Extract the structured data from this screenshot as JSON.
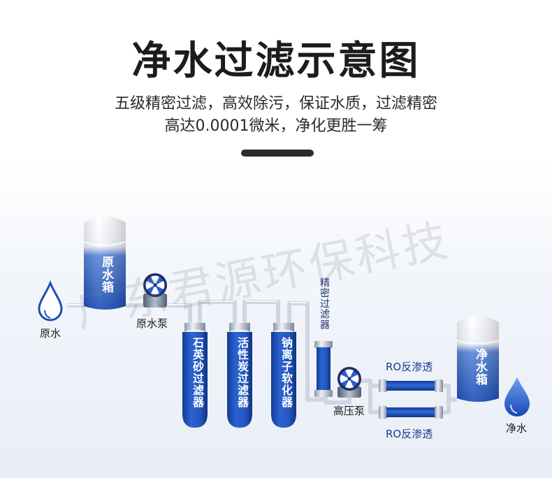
{
  "title": "净水过滤示意图",
  "subtitle_line1": "五级精密过滤，高效除污，保证水质，过滤精密",
  "subtitle_line2": "高达0.0001微米，净化更胜一筹",
  "watermark": "广东君源环保科技",
  "raw_water_drop_label": "原水",
  "raw_water_tank_label": "原水箱",
  "raw_water_pump_label": "原水泵",
  "quartz_sand_filter_label": "石英砂过滤器",
  "activated_carbon_filter_label": "活性炭过滤器",
  "sodium_ion_softener_label": "钠离子软化器",
  "precision_filter_label": "精密过滤器",
  "high_pressure_pump_label": "高压泵",
  "ro_membrane_top_label": "RO反渗透",
  "ro_membrane_bottom_label": "RO反渗透",
  "clean_water_tank_label": "净水箱",
  "clean_water_drop_label": "净水",
  "colors": {
    "accent_blue": "#1a4fb8",
    "dark_navy": "#1d2f6e",
    "pipe": "#cfd6e2"
  },
  "icons": [
    "water-drop-icon",
    "fan-icon"
  ]
}
